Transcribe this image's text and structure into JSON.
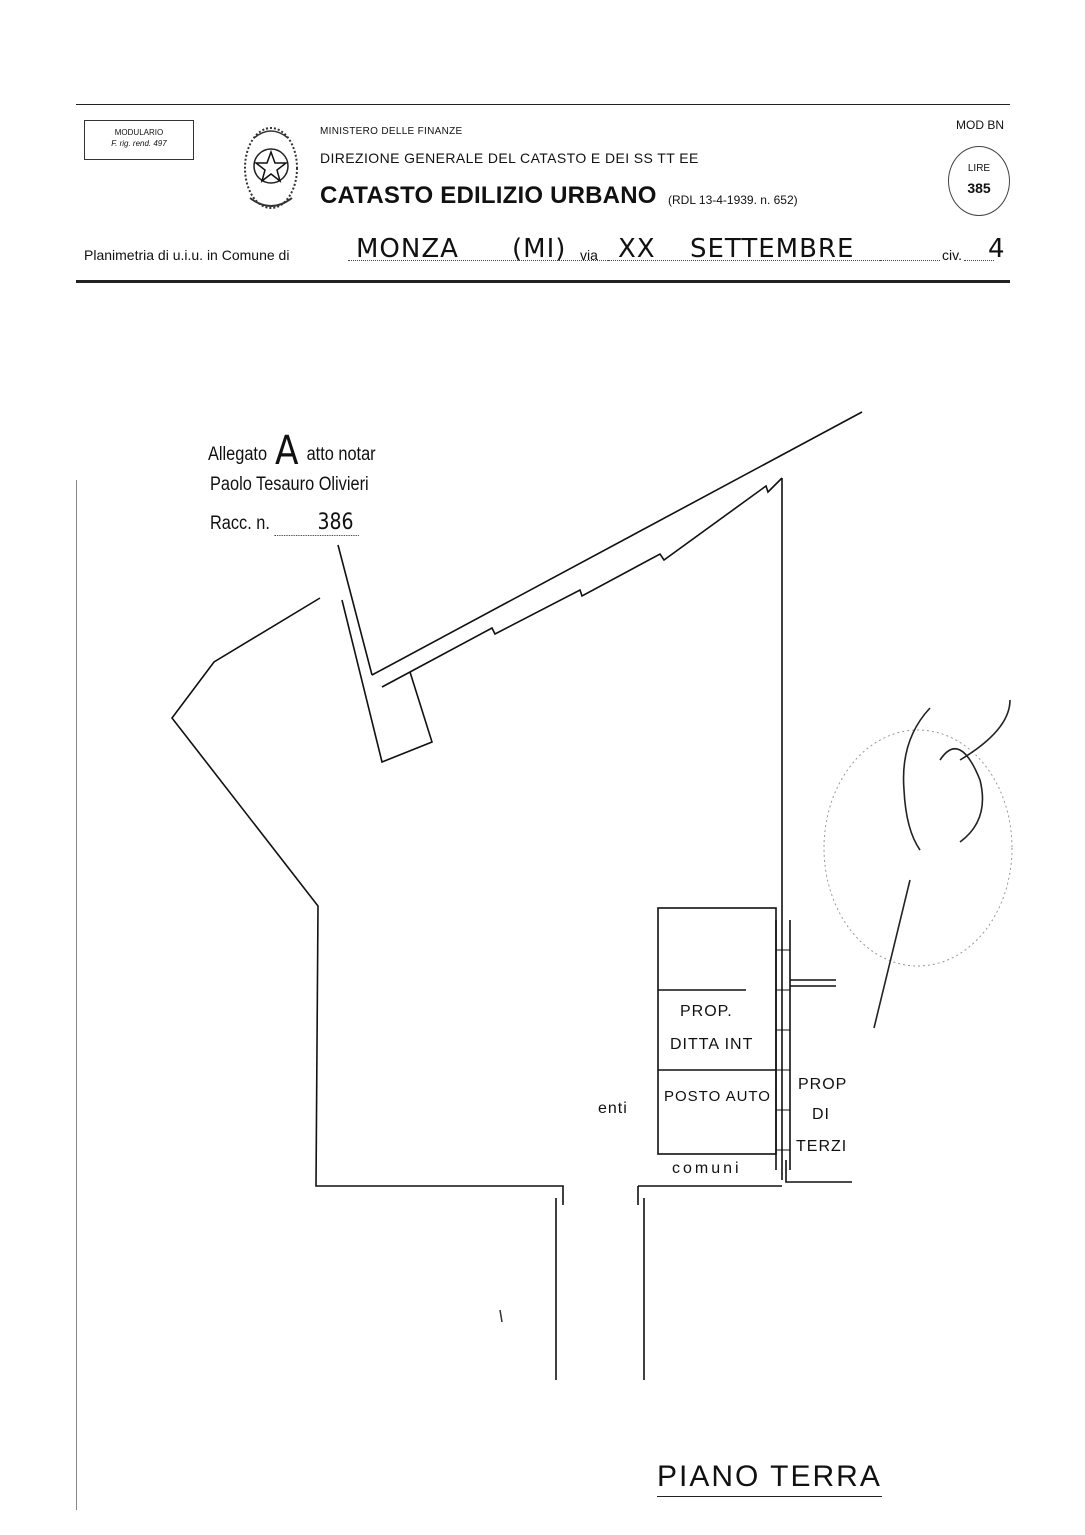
{
  "header": {
    "modulario_line1": "MODULARIO",
    "modulario_line2": "F. rig. rend. 497",
    "ministero": "MINISTERO DELLE FINANZE",
    "direzione": "DIREZIONE GENERALE DEL CATASTO E DEI SS TT EE",
    "catasto": "CATASTO EDILIZIO URBANO",
    "rdl": "(RDL 13-4-1939. n. 652)",
    "mod": "MOD BN",
    "lire_label": "LIRE",
    "lire_value": "385"
  },
  "planimetria": {
    "prefix": "Planimetria di u.i.u. in Comune di",
    "comune": "MONZA",
    "provincia": "(MI)",
    "via_label": "via",
    "via_name_1": "XX",
    "via_name_2": "SETTEMBRE",
    "civ_label": "civ.",
    "civ_value": "4"
  },
  "annotation": {
    "allegato_prefix": "Allegato",
    "allegato_letter": "A",
    "allegato_suffix": "atto notar",
    "notaio": "Paolo Tesauro Olivieri",
    "racc_label": "Racc. n.",
    "racc_value": "386"
  },
  "plan_labels": {
    "prop_ditta_1": "PROP.",
    "prop_ditta_2": "DITTA INT",
    "posto_auto": "POSTO AUTO",
    "prop_terzi_1": "PROP",
    "prop_terzi_2": "DI",
    "prop_terzi_3": "TERZI",
    "enti": "enti",
    "comuni": "comuni"
  },
  "footer": {
    "piano": "PIANO TERRA"
  }
}
